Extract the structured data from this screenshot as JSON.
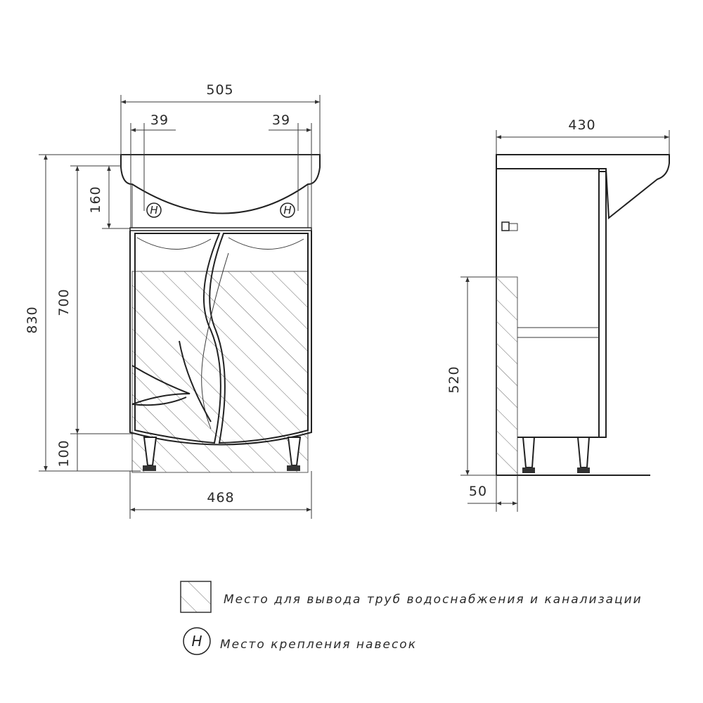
{
  "dimensions": {
    "width_total": "505",
    "offset_left": "39",
    "offset_right": "39",
    "height_total": "830",
    "cabinet_height": "700",
    "top_height": "160",
    "leg_height": "100",
    "bottom_width": "468",
    "depth": "430",
    "zone_height": "520",
    "zone_width": "50"
  },
  "mount_symbol": "H",
  "legend": [
    {
      "label": "Место для вывода труб водоснабжения и канализации",
      "symbol": "hatch-box"
    },
    {
      "label": "Место крепления навесок",
      "symbol": "H"
    }
  ]
}
